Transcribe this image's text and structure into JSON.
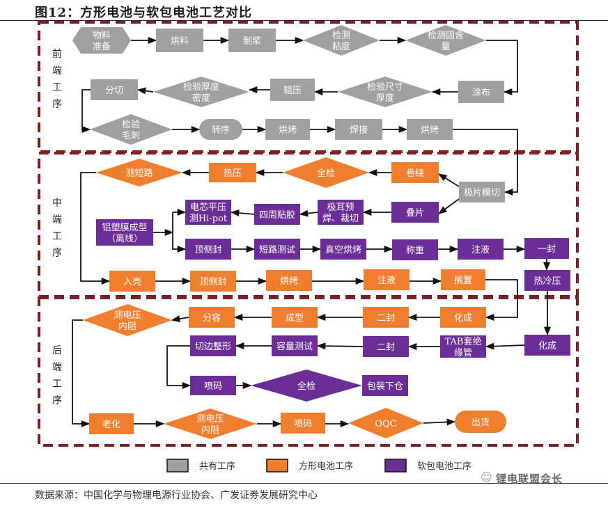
{
  "title": "图12：方形电池与软包电池工艺对比",
  "source": "数据来源：中国化学与物理电源行业协会、广发证券发展研究中心",
  "watermark": "锂电联盟会长",
  "colors": {
    "common": "#a0a0a0",
    "prismatic": "#ef7f2f",
    "pouch": "#6a2e96",
    "section_border": "#7a1f24"
  },
  "sections": [
    {
      "id": "front",
      "label": "前端工序"
    },
    {
      "id": "middle",
      "label": "中端工序"
    },
    {
      "id": "back",
      "label": "后端工序"
    }
  ],
  "legend": [
    {
      "type": "common",
      "label": "共有工序"
    },
    {
      "type": "prismatic",
      "label": "方形电池工序"
    },
    {
      "type": "pouch",
      "label": "软包电池工序"
    }
  ],
  "nodes": [
    {
      "id": "n1",
      "shape": "hex",
      "type": "common",
      "text": [
        "物料",
        "准备"
      ]
    },
    {
      "id": "n2",
      "shape": "rect",
      "type": "common",
      "text": [
        "烘料"
      ]
    },
    {
      "id": "n3",
      "shape": "rect",
      "type": "common",
      "text": [
        "制浆"
      ]
    },
    {
      "id": "n4",
      "shape": "diamond",
      "type": "common",
      "text": [
        "检测",
        "粘度"
      ]
    },
    {
      "id": "n5",
      "shape": "diamond",
      "type": "common",
      "text": [
        "检测固含",
        "量"
      ]
    },
    {
      "id": "n6",
      "shape": "rect",
      "type": "common",
      "text": [
        "涂布"
      ]
    },
    {
      "id": "n7",
      "shape": "diamond",
      "type": "common",
      "text": [
        "检验尺寸",
        "厚度"
      ]
    },
    {
      "id": "n8",
      "shape": "rect",
      "type": "common",
      "text": [
        "辊压"
      ]
    },
    {
      "id": "n9",
      "shape": "diamond",
      "type": "common",
      "text": [
        "检验厚度",
        "密度"
      ]
    },
    {
      "id": "n10",
      "shape": "rect",
      "type": "common",
      "text": [
        "分切"
      ]
    },
    {
      "id": "n11",
      "shape": "diamond",
      "type": "common",
      "text": [
        "检验",
        "毛刺"
      ]
    },
    {
      "id": "n12",
      "shape": "round",
      "type": "common",
      "text": [
        "转序"
      ]
    },
    {
      "id": "n13",
      "shape": "rect",
      "type": "common",
      "text": [
        "烘烤"
      ]
    },
    {
      "id": "n14",
      "shape": "rect",
      "type": "common",
      "text": [
        "焊接"
      ]
    },
    {
      "id": "n15",
      "shape": "rect",
      "type": "common",
      "text": [
        "烘烤"
      ]
    },
    {
      "id": "n16",
      "shape": "rect",
      "type": "common",
      "text": [
        "极片模切"
      ]
    },
    {
      "id": "p1",
      "shape": "rect",
      "type": "prismatic",
      "text": [
        "卷绕"
      ]
    },
    {
      "id": "p2",
      "shape": "diamond",
      "type": "prismatic",
      "text": [
        "全检"
      ]
    },
    {
      "id": "p3",
      "shape": "rect",
      "type": "prismatic",
      "text": [
        "热压"
      ]
    },
    {
      "id": "p4",
      "shape": "diamond",
      "type": "prismatic",
      "text": [
        "测短路"
      ]
    },
    {
      "id": "s1",
      "shape": "rect",
      "type": "pouch",
      "text": [
        "叠片"
      ]
    },
    {
      "id": "s2",
      "shape": "rect",
      "type": "pouch",
      "text": [
        "极耳预",
        "焊、裁切"
      ]
    },
    {
      "id": "s3",
      "shape": "rect",
      "type": "pouch",
      "text": [
        "四周贴胶"
      ]
    },
    {
      "id": "s4",
      "shape": "rect",
      "type": "pouch",
      "text": [
        "电芯平压",
        "测Hi-pot"
      ]
    },
    {
      "id": "s5",
      "shape": "rect",
      "type": "pouch",
      "text": [
        "铝塑膜成型",
        "（离线）"
      ]
    },
    {
      "id": "s6",
      "shape": "rect",
      "type": "pouch",
      "text": [
        "顶侧封"
      ]
    },
    {
      "id": "s7",
      "shape": "rect",
      "type": "pouch",
      "text": [
        "短路测试"
      ]
    },
    {
      "id": "s8",
      "shape": "rect",
      "type": "pouch",
      "text": [
        "真空烘烤"
      ]
    },
    {
      "id": "s9",
      "shape": "rect",
      "type": "pouch",
      "text": [
        "称重"
      ]
    },
    {
      "id": "s10",
      "shape": "rect",
      "type": "pouch",
      "text": [
        "注液"
      ]
    },
    {
      "id": "s11",
      "shape": "rect",
      "type": "pouch",
      "text": [
        "一封"
      ]
    },
    {
      "id": "s12",
      "shape": "rect",
      "type": "pouch",
      "text": [
        "热冷压"
      ]
    },
    {
      "id": "p5",
      "shape": "rect",
      "type": "prismatic",
      "text": [
        "入壳"
      ]
    },
    {
      "id": "p6",
      "shape": "rect",
      "type": "prismatic",
      "text": [
        "顶侧封"
      ]
    },
    {
      "id": "p7",
      "shape": "rect",
      "type": "prismatic",
      "text": [
        "烘烤"
      ]
    },
    {
      "id": "p8",
      "shape": "rect",
      "type": "prismatic",
      "text": [
        "注液"
      ]
    },
    {
      "id": "p9",
      "shape": "rect",
      "type": "prismatic",
      "text": [
        "搁置"
      ]
    },
    {
      "id": "p10",
      "shape": "rect",
      "type": "prismatic",
      "text": [
        "化成"
      ]
    },
    {
      "id": "p11",
      "shape": "rect",
      "type": "prismatic",
      "text": [
        "二封"
      ]
    },
    {
      "id": "p12",
      "shape": "rect",
      "type": "prismatic",
      "text": [
        "成型"
      ]
    },
    {
      "id": "p13",
      "shape": "rect",
      "type": "prismatic",
      "text": [
        "分容"
      ]
    },
    {
      "id": "p14",
      "shape": "diamond",
      "type": "prismatic",
      "text": [
        "测电压",
        "内阻"
      ]
    },
    {
      "id": "s13",
      "shape": "rect",
      "type": "pouch",
      "text": [
        "化成"
      ]
    },
    {
      "id": "s14",
      "shape": "rect",
      "type": "pouch",
      "text": [
        "TAB套绝",
        "缘管"
      ]
    },
    {
      "id": "s15",
      "shape": "rect",
      "type": "pouch",
      "text": [
        "二封"
      ]
    },
    {
      "id": "s16",
      "shape": "rect",
      "type": "pouch",
      "text": [
        "容量测试"
      ]
    },
    {
      "id": "s17",
      "shape": "rect",
      "type": "pouch",
      "text": [
        "切边整形"
      ]
    },
    {
      "id": "s18",
      "shape": "rect",
      "type": "pouch",
      "text": [
        "喷码"
      ]
    },
    {
      "id": "s19",
      "shape": "diamond",
      "type": "pouch",
      "text": [
        "全检"
      ]
    },
    {
      "id": "s20",
      "shape": "rect",
      "type": "pouch",
      "text": [
        "包装下仓"
      ]
    },
    {
      "id": "p15",
      "shape": "rect",
      "type": "prismatic",
      "text": [
        "老化"
      ]
    },
    {
      "id": "p16",
      "shape": "diamond",
      "type": "prismatic",
      "text": [
        "测电压",
        "内阻"
      ]
    },
    {
      "id": "p17",
      "shape": "rect",
      "type": "prismatic",
      "text": [
        "喷码"
      ]
    },
    {
      "id": "p18",
      "shape": "diamond",
      "type": "prismatic",
      "text": [
        "OQC"
      ]
    },
    {
      "id": "p19",
      "shape": "round",
      "type": "prismatic",
      "text": [
        "出货"
      ]
    }
  ]
}
